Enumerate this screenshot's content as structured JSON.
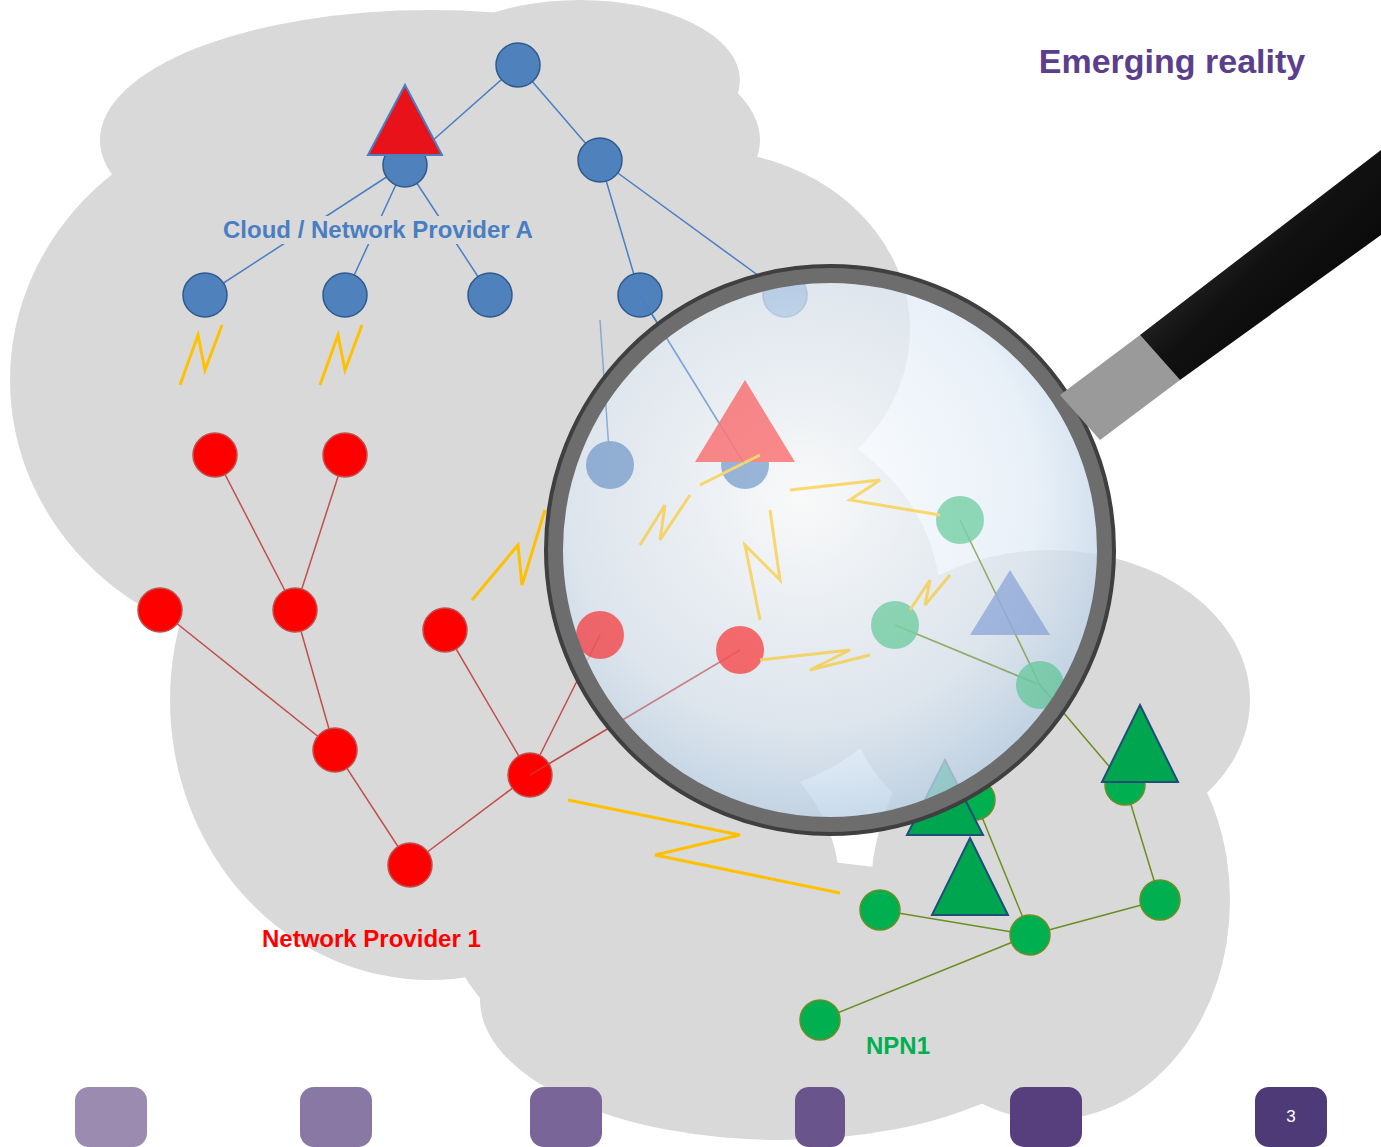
{
  "diagram": {
    "title": "Emerging reality",
    "labels": [
      "Cloud / Network Provider A",
      "Network Provider 1",
      "NPN1",
      "3"
    ]
  }
}
